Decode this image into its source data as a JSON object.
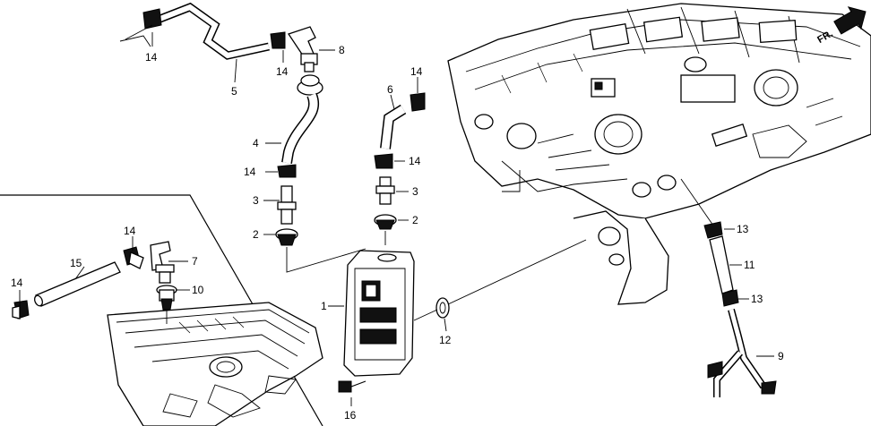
{
  "callouts": {
    "c1": "1",
    "c2a": "2",
    "c2b": "2",
    "c3a": "3",
    "c3b": "3",
    "c4": "4",
    "c5": "5",
    "c6": "6",
    "c7": "7",
    "c8": "8",
    "c9": "9",
    "c10": "10",
    "c11": "11",
    "c12": "12",
    "c13a": "13",
    "c13b": "13",
    "c14a": "14",
    "c14b": "14",
    "c14c": "14",
    "c14d": "14",
    "c14e": "14",
    "c14f": "14",
    "c14g": "14",
    "c15": "15",
    "c16": "16"
  },
  "direction_marker": {
    "label": "FR."
  }
}
